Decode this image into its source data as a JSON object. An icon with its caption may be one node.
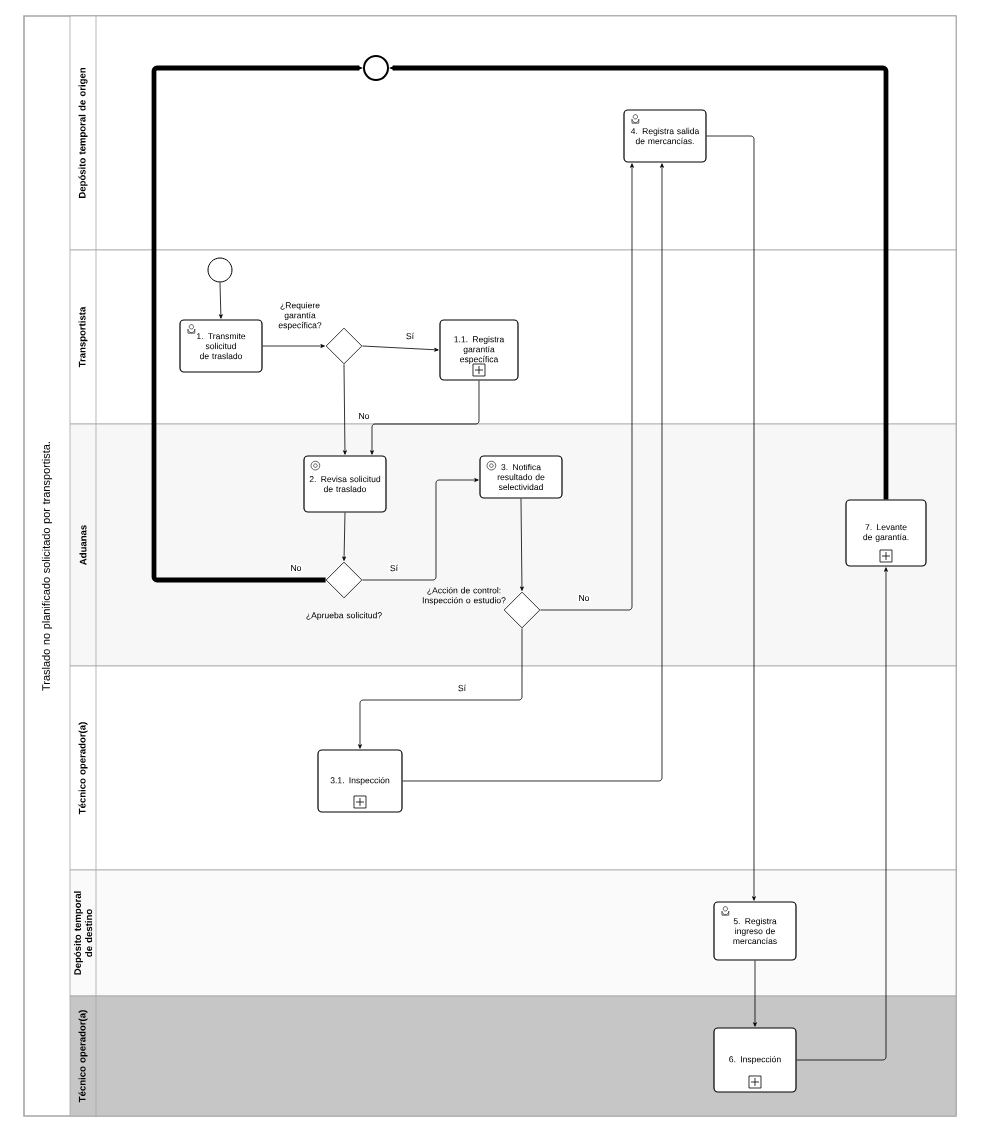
{
  "diagram": {
    "nodes": [
      {
        "text": [
          "Traslado no planificado solicitado por transportista."
        ]
      },
      {
        "text": [
          "Depósito temporal de origen"
        ],
        "in": 0
      },
      {
        "text": [
          "Transportista"
        ],
        "in": 0
      },
      {
        "text": [
          "Aduanas"
        ],
        "in": 0
      },
      {
        "text": [
          "Técnico operador(a)"
        ],
        "in": 0
      },
      {
        "text": [
          "Depósito temporal de destino"
        ],
        "in": 0
      },
      {
        "text": [
          "Técnico operador(a)"
        ],
        "in": 0
      },
      {
        "text": [],
        "shape": "circle",
        "in": 1
      },
      {
        "text": [],
        "shape": "circle",
        "in": 2
      },
      {
        "text": [
          "1. Transmite solicitud de traslado"
        ],
        "in": 2
      },
      {
        "text": [
          "¿Requiere garantía específica?"
        ],
        "in": 2
      },
      {
        "text": [
          "1.1. Registra garantía específica"
        ],
        "in": 2
      },
      {
        "text": [
          "2. Revisa solicitud de traslado"
        ],
        "in": 3
      },
      {
        "text": [
          "¿Aprueba solicitud?"
        ],
        "in": 3
      },
      {
        "text": [
          "3. Notifica resultado de selectividad"
        ],
        "in": 3
      },
      {
        "text": [
          "¿Acción de control: Inspección o estudio?"
        ],
        "in": 3
      },
      {
        "text": [
          "3.1. Inspección"
        ],
        "in": 4
      },
      {
        "text": [
          "4. Registra salida de mercancías."
        ],
        "in": 1
      },
      {
        "text": [
          "5. Registra ingreso de mercancías"
        ],
        "in": 5
      },
      {
        "text": [
          "6. Inspección"
        ],
        "in": 6
      },
      {
        "text": [
          "7. Levante de garantía."
        ],
        "in": 3
      }
    ],
    "edges": [
      {
        "from": 8,
        "to": 9,
        "arrow": "to"
      },
      {
        "from": 9,
        "to": 10,
        "arrow": "to"
      },
      {
        "from": 10,
        "to": 11,
        "arrow": "to",
        "label": "Sí"
      },
      {
        "from": 10,
        "to": 12,
        "arrow": "to",
        "label": "No"
      },
      {
        "from": 11,
        "to": 12,
        "arrow": "to"
      },
      {
        "from": 12,
        "to": 13,
        "arrow": "to"
      },
      {
        "from": 13,
        "to": 7,
        "arrow": "to",
        "label": "No",
        "style": "thick"
      },
      {
        "from": 13,
        "to": 14,
        "arrow": "to",
        "label": "Sí"
      },
      {
        "from": 14,
        "to": 15,
        "arrow": "to"
      },
      {
        "from": 15,
        "to": 17,
        "arrow": "to",
        "label": "No"
      },
      {
        "from": 15,
        "to": 16,
        "arrow": "to",
        "label": "Sí"
      },
      {
        "from": 16,
        "to": 17,
        "arrow": "to"
      },
      {
        "from": 17,
        "to": 18,
        "arrow": "to"
      },
      {
        "from": 18,
        "to": 19,
        "arrow": "to"
      },
      {
        "from": 19,
        "to": 20,
        "arrow": "to"
      },
      {
        "from": 20,
        "to": 7,
        "arrow": "to",
        "style": "thick"
      }
    ]
  }
}
